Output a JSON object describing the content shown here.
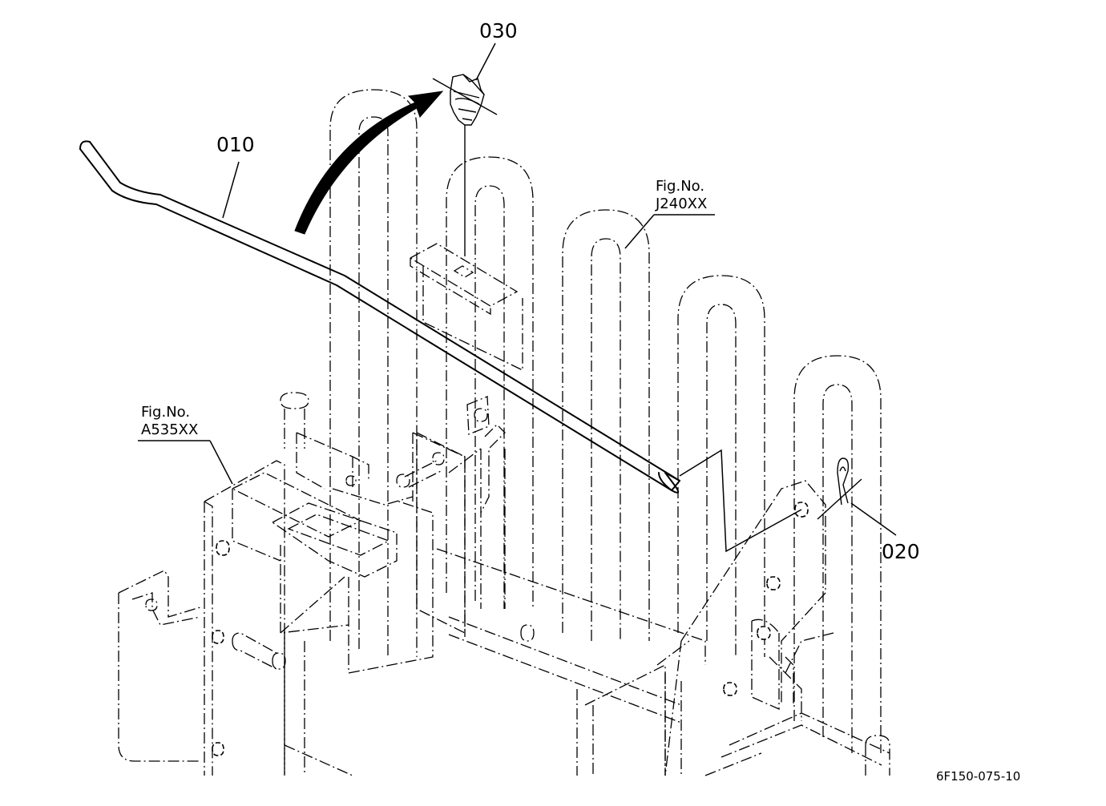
{
  "parts": [
    {
      "number": "010"
    },
    {
      "number": "020"
    },
    {
      "number": "030"
    }
  ],
  "figure_refs": [
    {
      "caption": "Fig.No.",
      "code": "J240XX"
    },
    {
      "caption": "Fig.No.",
      "code": "A535XX"
    }
  ],
  "drawing_id": "6F150-075-10"
}
